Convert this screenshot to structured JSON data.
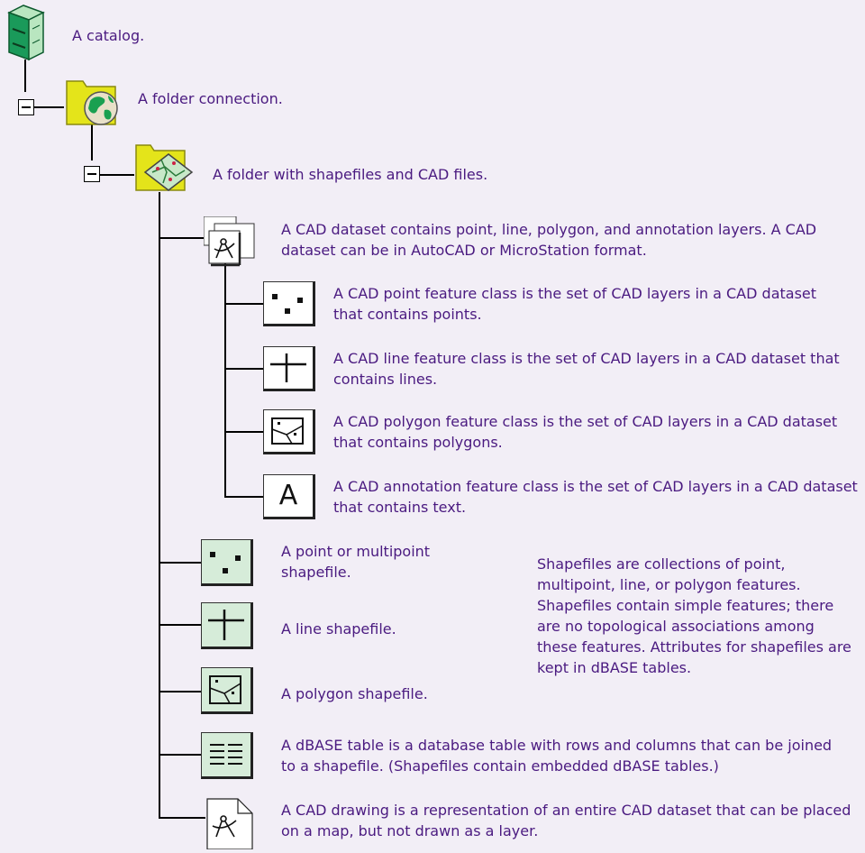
{
  "nodes": {
    "catalog": "A catalog.",
    "folder_connection": "A folder connection.",
    "folder_shape_cad": "A folder with shapefiles and CAD files.",
    "cad_dataset": "A CAD dataset contains point, line, polygon, and annotation layers. A CAD dataset can be in AutoCAD or MicroStation format.",
    "cad_point": "A CAD point feature class is the set of CAD layers in a CAD dataset that contains points.",
    "cad_line": "A CAD line feature class is the set of CAD layers in a CAD dataset that contains lines.",
    "cad_polygon": "A CAD polygon feature class  is the set of CAD layers in a CAD dataset that contains polygons.",
    "cad_annotation": "A CAD annotation  feature class is the set of CAD layers in a CAD dataset that contains text.",
    "point_shapefile": "A point or multipoint shapefile.",
    "line_shapefile": "A line shapefile.",
    "polygon_shapefile": "A polygon shapefile.",
    "dbase_table": "A dBASE table is a database table with rows and columns that can be joined to a shapefile. (Shapefiles contain embedded dBASE tables.)",
    "cad_drawing": "A CAD drawing is a representation of an entire CAD dataset that can be placed on a map, but not drawn as a layer."
  },
  "note": "Shapefiles are collections of point, multipoint, line, or polygon features. Shapefiles contain simple features; there are no topological associations among these features. Attributes for shapefiles are kept in dBASE tables.",
  "annotation_glyph": "A",
  "colors": {
    "text": "#4a1a80",
    "background": "#f2eef6",
    "folder": "#e4e41a",
    "catalog": "#1a9a5a",
    "shapefile_tile": "#d6ecd9"
  },
  "icons": [
    "catalog-icon",
    "folder-connection-icon",
    "folder-shapefile-icon",
    "cad-dataset-icon",
    "cad-point-icon",
    "cad-line-icon",
    "cad-polygon-icon",
    "cad-annotation-icon",
    "point-shapefile-icon",
    "line-shapefile-icon",
    "polygon-shapefile-icon",
    "dbase-table-icon",
    "cad-drawing-icon"
  ]
}
